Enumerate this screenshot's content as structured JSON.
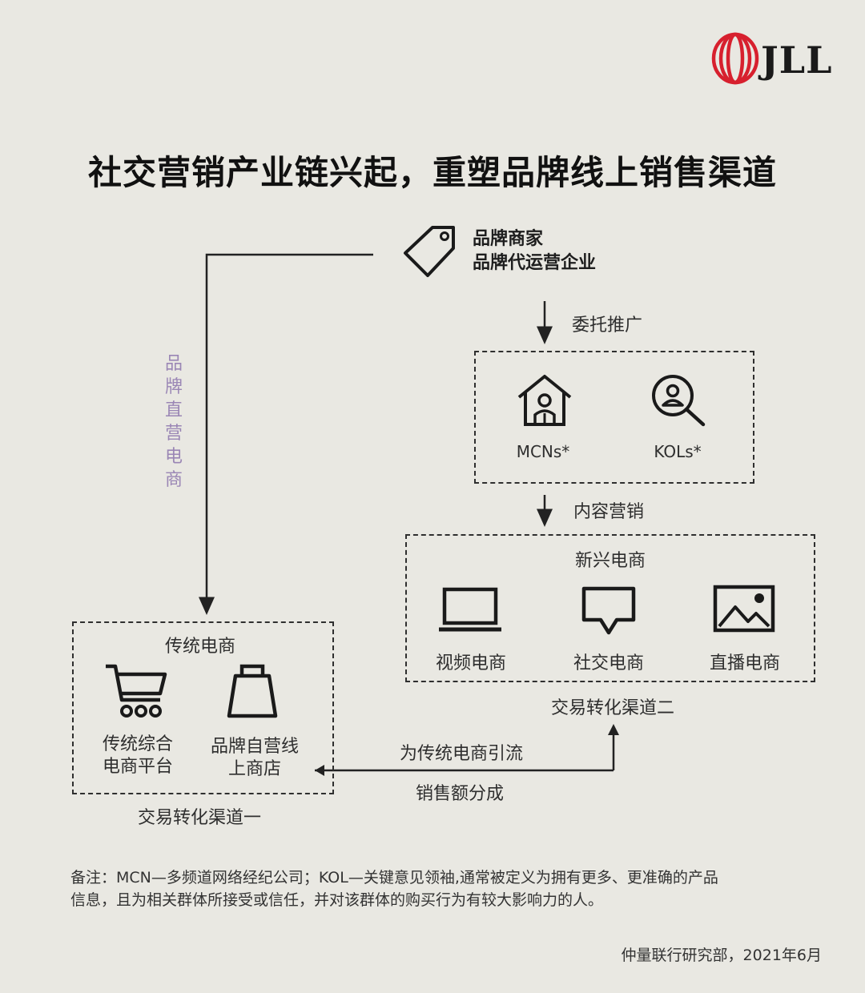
{
  "logo": {
    "text": "JLL",
    "accent_color": "#d7202e"
  },
  "title": "社交营销产业链兴起，重塑品牌线上销售渠道",
  "brand": {
    "line1": "品牌商家",
    "line2": "品牌代运营企业",
    "icon": "price-tag-icon"
  },
  "labels": {
    "entrust": "委托推广",
    "content_marketing": "内容营销",
    "direct": "品牌直营电商",
    "traffic": "为传统电商引流",
    "sales_share": "销售额分成"
  },
  "influencers": {
    "mcn": {
      "label": "MCNs*",
      "icon": "agency-house-icon"
    },
    "kol": {
      "label": "KOLs*",
      "icon": "person-search-icon"
    }
  },
  "emerging": {
    "heading": "新兴电商",
    "channel_caption": "交易转化渠道二",
    "items": [
      {
        "label": "视频电商",
        "icon": "laptop-icon"
      },
      {
        "label": "社交电商",
        "icon": "chat-bubble-icon"
      },
      {
        "label": "直播电商",
        "icon": "image-icon"
      }
    ]
  },
  "traditional": {
    "heading": "传统电商",
    "channel_caption": "交易转化渠道一",
    "items": [
      {
        "line1": "传统综合",
        "line2": "电商平台",
        "icon": "shopping-cart-icon"
      },
      {
        "line1": "品牌自营线",
        "line2": "上商店",
        "icon": "shopping-bag-icon"
      }
    ]
  },
  "note": {
    "line1": "备注：MCN—多频道网络经纪公司；KOL—关键意见领袖,通常被定义为拥有更多、更准确的产品",
    "line2": "信息，且为相关群体所接受或信任，并对该群体的购买行为有较大影响力的人。"
  },
  "source": "仲量联行研究部，2021年6月",
  "colors": {
    "background": "#e9e8e2",
    "purple": "#9a86b5",
    "line": "#222222"
  }
}
